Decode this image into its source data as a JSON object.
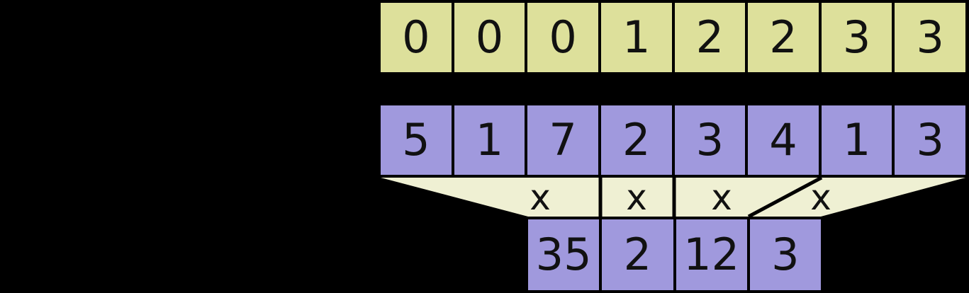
{
  "rows": {
    "flags": {
      "cells": [
        "0",
        "0",
        "0",
        "1",
        "2",
        "2",
        "3",
        "3"
      ]
    },
    "inputs": {
      "cells": [
        "5",
        "1",
        "7",
        "2",
        "3",
        "4",
        "1",
        "3"
      ]
    },
    "results": {
      "cells": [
        "35",
        "2",
        "12",
        "3"
      ]
    }
  },
  "operators": {
    "labels": [
      "x",
      "x",
      "x",
      "x"
    ]
  },
  "colors": {
    "background": "#000000",
    "flag_cell": "#dde09b",
    "value_cell": "#a099dd",
    "funnel": "#eff0d3",
    "line": "#000000",
    "text": "#111111"
  }
}
